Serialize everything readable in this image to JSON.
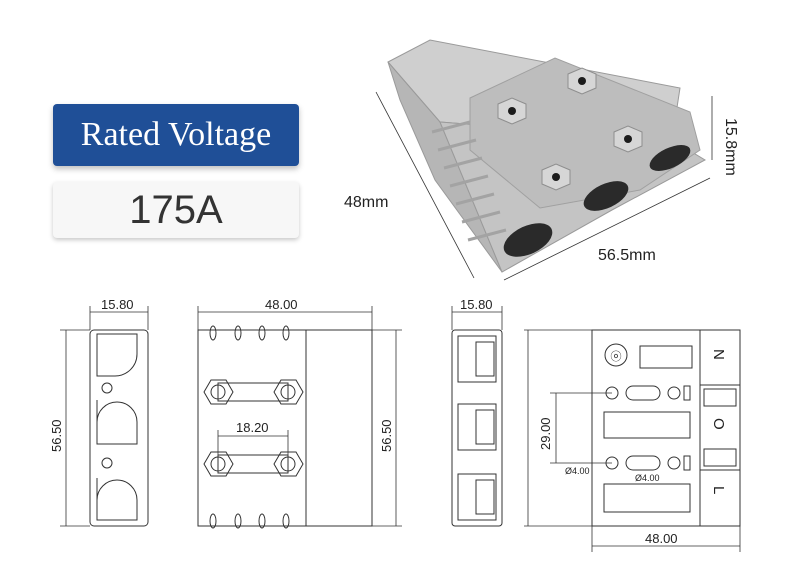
{
  "rating": {
    "label": "Rated Voltage",
    "value": "175A"
  },
  "photo_dims": {
    "depth": "48mm",
    "width": "56.5mm",
    "height": "15.8mm"
  },
  "drawing_dims": {
    "side_width": "15.80",
    "side_height": "56.50",
    "top_width": "48.00",
    "hole_spacing": "18.20",
    "front_height": "56.50",
    "end_width": "15.80",
    "mount_height": "29.00",
    "hole_dia_left": "Ø4.00",
    "hole_dia_right": "Ø4.00",
    "mount_width": "48.00"
  },
  "terminal_labels": {
    "top": "N",
    "middle": "O",
    "bottom": "L"
  },
  "colors": {
    "badge_blue": "#1f4f97",
    "housing_gray": "#c4c4c4"
  }
}
